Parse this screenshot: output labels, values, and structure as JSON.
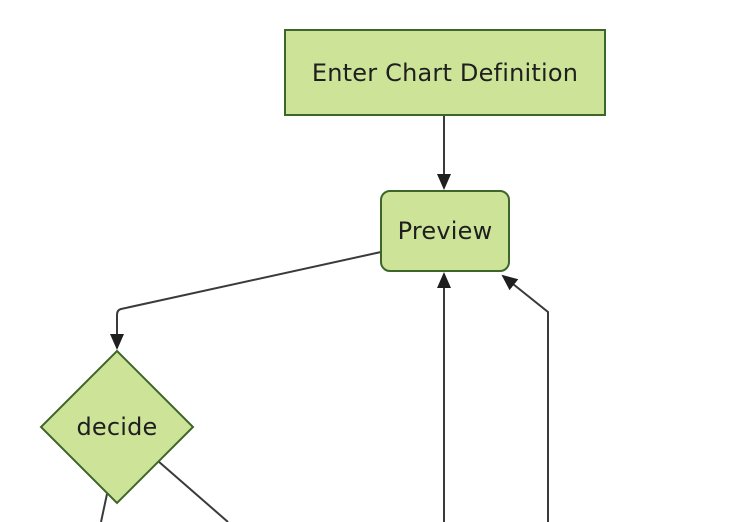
{
  "diagram": {
    "type": "flowchart",
    "orientation": "top-down",
    "nodes": [
      {
        "id": "enter-chart-definition",
        "label": "Enter Chart Definition",
        "shape": "rectangle"
      },
      {
        "id": "preview",
        "label": "Preview",
        "shape": "rounded-rectangle"
      },
      {
        "id": "decide",
        "label": "decide",
        "shape": "diamond"
      }
    ],
    "edges": [
      {
        "from": "enter-chart-definition",
        "to": "preview",
        "arrowhead": true
      },
      {
        "from": "preview",
        "to": "decide",
        "arrowhead": true
      },
      {
        "from": "offscreen-bottom",
        "to": "preview",
        "arrowhead": true,
        "entry": "bottom-center"
      },
      {
        "from": "offscreen-bottom",
        "to": "preview",
        "arrowhead": true,
        "entry": "bottom-right-corner"
      },
      {
        "from": "decide",
        "to": "offscreen-bottom",
        "arrowhead": false,
        "exit": "bottom-left"
      },
      {
        "from": "decide",
        "to": "offscreen-bottom",
        "arrowhead": false,
        "exit": "bottom-right"
      }
    ],
    "colors": {
      "background": "#ffffff",
      "node_fill": "#cde498",
      "node_border": "#3e662a",
      "edge_line": "#3a3a3a",
      "arrowhead": "#1f1f1f",
      "text": "#1f1f1f"
    }
  }
}
